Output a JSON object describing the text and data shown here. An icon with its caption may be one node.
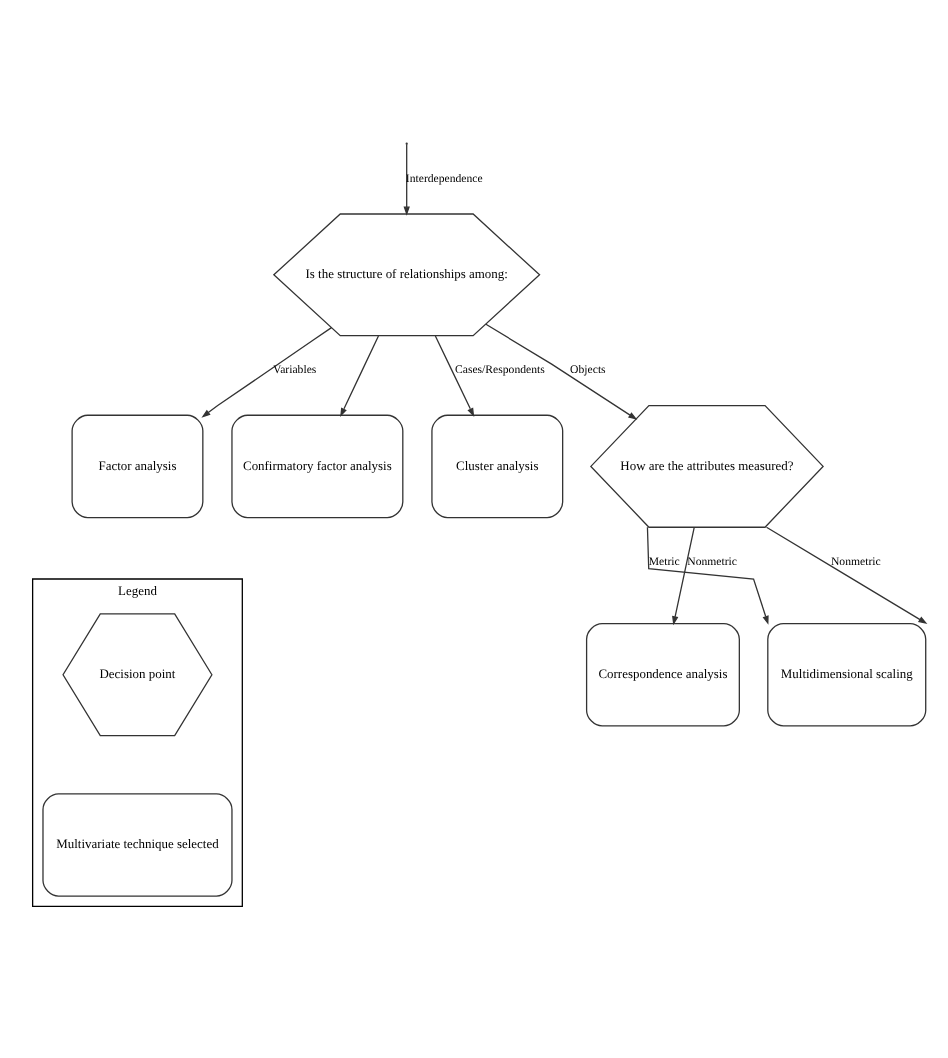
{
  "diagram": {
    "nodes": [
      {
        "text": [
          "Is the structure of relationships among:"
        ]
      },
      {
        "text": [
          "Factor analysis"
        ]
      },
      {
        "text": [
          "Confirmatory factor analysis"
        ]
      },
      {
        "text": [
          "Cluster analysis"
        ]
      },
      {
        "text": [
          "How are the attributes measured?"
        ]
      },
      {
        "text": [
          "Multidimensional scaling"
        ]
      },
      {
        "text": [
          "Correspondence analysis"
        ]
      },
      {
        "text": [
          "Legend"
        ]
      },
      {
        "text": [
          "Decision point"
        ],
        "in": 7
      },
      {
        "text": [
          "Multivariate technique selected"
        ],
        "in": 7
      }
    ],
    "edges": [
      {
        "from": null,
        "to": 0,
        "arrow": "to",
        "label": "Interdependence"
      },
      {
        "from": 0,
        "to": 1,
        "arrow": "to",
        "label": "Variables"
      },
      {
        "from": 0,
        "to": 2,
        "arrow": "to"
      },
      {
        "from": 0,
        "to": 3,
        "arrow": "to",
        "label": "Cases/Respondents"
      },
      {
        "from": 0,
        "to": 4,
        "arrow": "to",
        "label": "Objects"
      },
      {
        "from": 4,
        "to": 5,
        "arrow": "to",
        "label": "Metric"
      },
      {
        "from": 4,
        "to": 6,
        "arrow": "to",
        "label": "Nonmetric"
      },
      {
        "from": 4,
        "to": 5,
        "arrow": "to",
        "label": "Nonmetric"
      }
    ]
  }
}
